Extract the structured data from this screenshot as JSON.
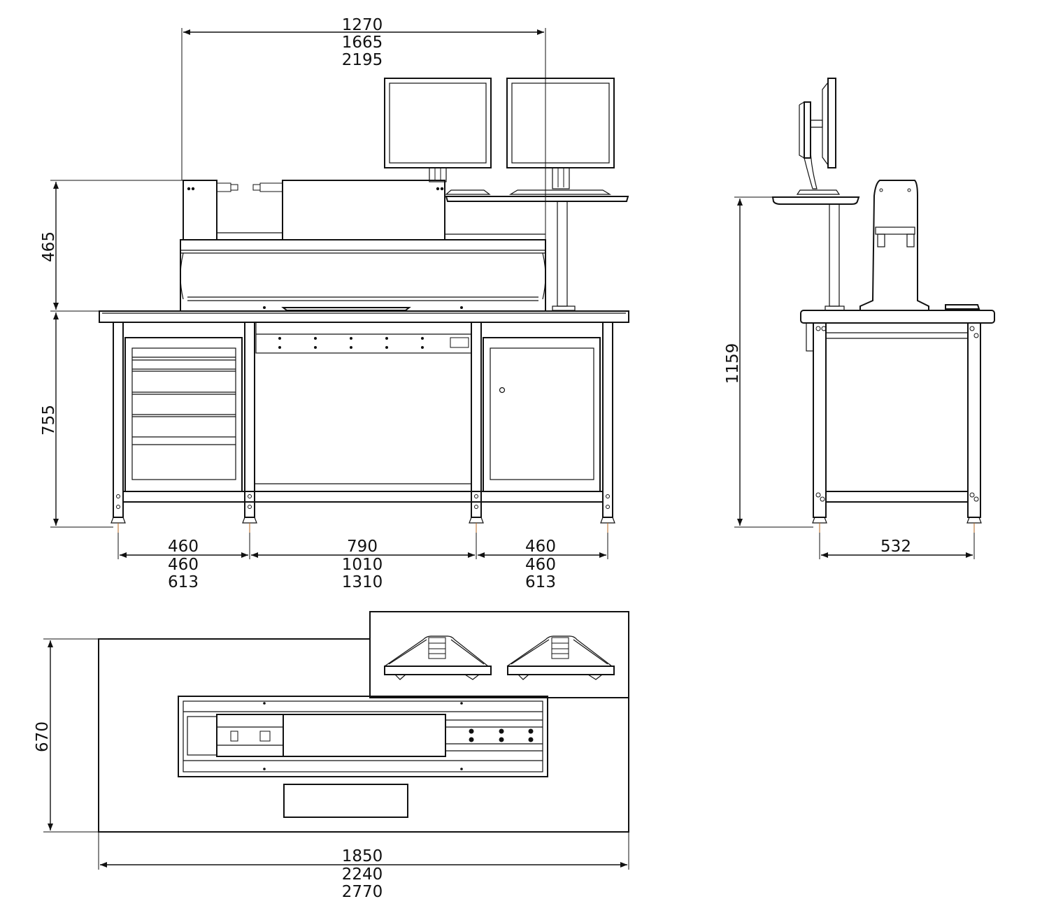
{
  "dimensions": {
    "top_width": [
      "1270",
      "1665",
      "2195"
    ],
    "upper_height": "465",
    "table_height": "755",
    "leg_left": [
      "460",
      "460",
      "613"
    ],
    "leg_middle": [
      "790",
      "1010",
      "1310"
    ],
    "leg_right": [
      "460",
      "460",
      "613"
    ],
    "side_height": "1159",
    "side_depth": "532",
    "plan_depth": "670",
    "plan_width": [
      "1850",
      "2240",
      "2770"
    ]
  }
}
